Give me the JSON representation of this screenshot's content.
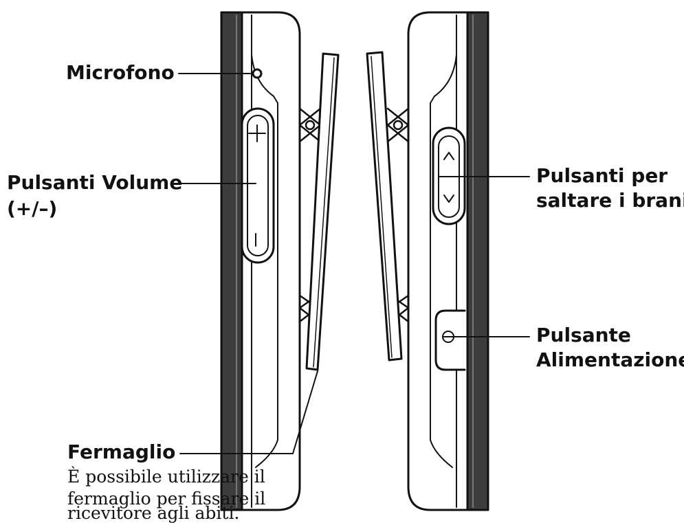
{
  "labels": {
    "microphone": "Microfono",
    "volume_line1": "Pulsanti Volume",
    "volume_line2": "(+/–)",
    "skip_line1": "Pulsanti per",
    "skip_line2": "saltare i brani",
    "power_line1": "Pulsante",
    "power_line2": "Alimentazione",
    "clip": "Fermaglio"
  },
  "clip_description": [
    "È possibile utilizzare il",
    "fermaglio per fissare il",
    "ricevitore agli abiti."
  ],
  "colors": {
    "ink": "#111111",
    "housing_edge": "#3d3d3d",
    "paper": "#ffffff"
  },
  "icons": [
    "microphone-hole-icon",
    "plus-icon",
    "minus-icon",
    "chevron-up-icon",
    "chevron-down-icon",
    "power-icon",
    "hinge-screw-icon"
  ]
}
